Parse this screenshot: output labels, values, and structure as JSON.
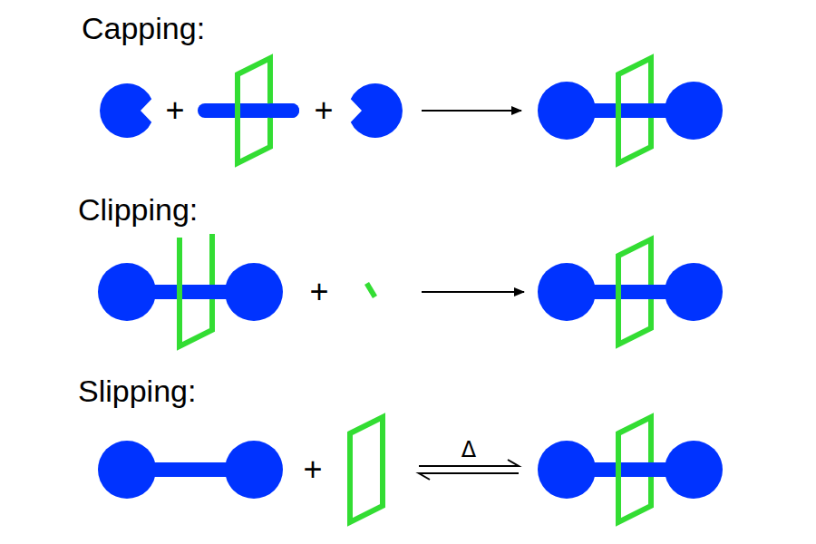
{
  "diagram": {
    "labels": [
      "Capping:",
      "+",
      "+",
      "Clipping:",
      "+",
      "Slipping:",
      "+",
      "Δ"
    ]
  }
}
